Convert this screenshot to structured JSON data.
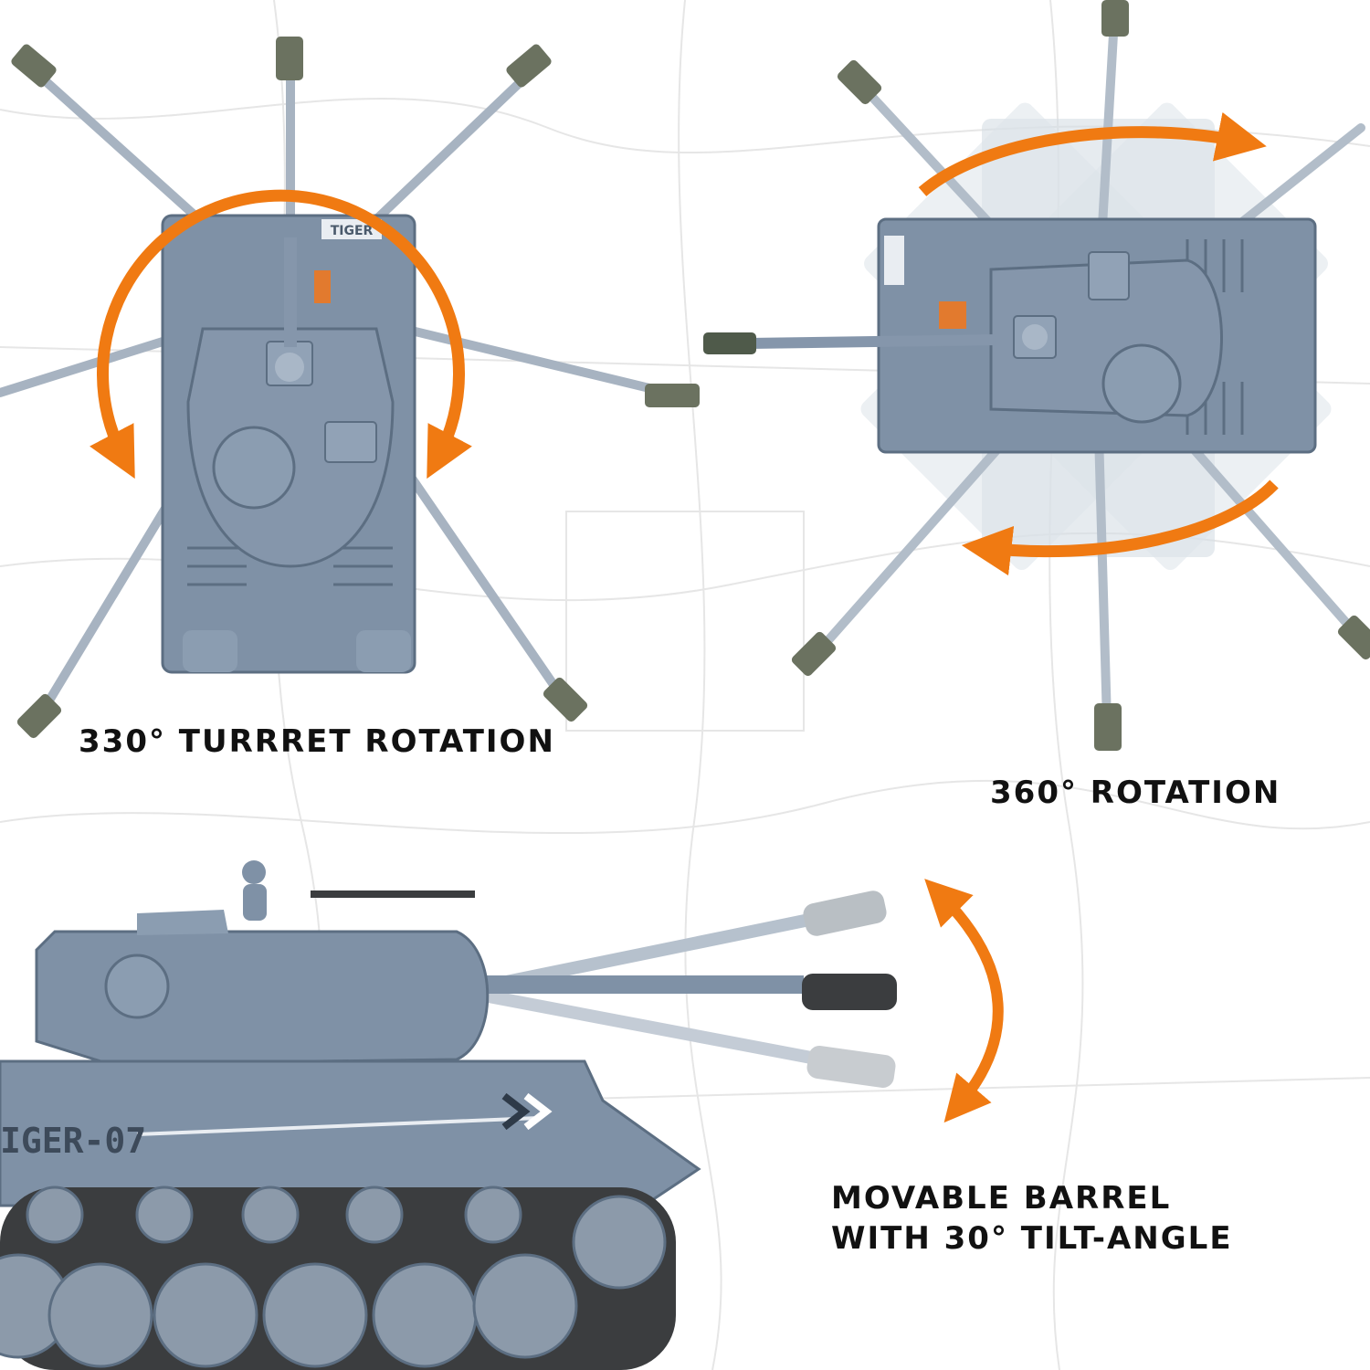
{
  "captions": {
    "turret_rotation": "330° TURRRET ROTATION",
    "full_rotation": "360° ROTATION",
    "barrel_line1": "MOVABLE BARREL",
    "barrel_line2": "WITH 30° TILT-ANGLE"
  },
  "tank_markings": {
    "top_view_label": "TIGER",
    "side_label": "IGER-07"
  },
  "colors": {
    "background": "#ffffff",
    "map_lines": "#e6e6e6",
    "tank_body": "#7f91a6",
    "tank_dark": "#5c6e82",
    "tank_ghost": "#c4ccd6",
    "barrel_tip": "#6b7260",
    "arrow": "#f07a12",
    "text": "#111111"
  }
}
